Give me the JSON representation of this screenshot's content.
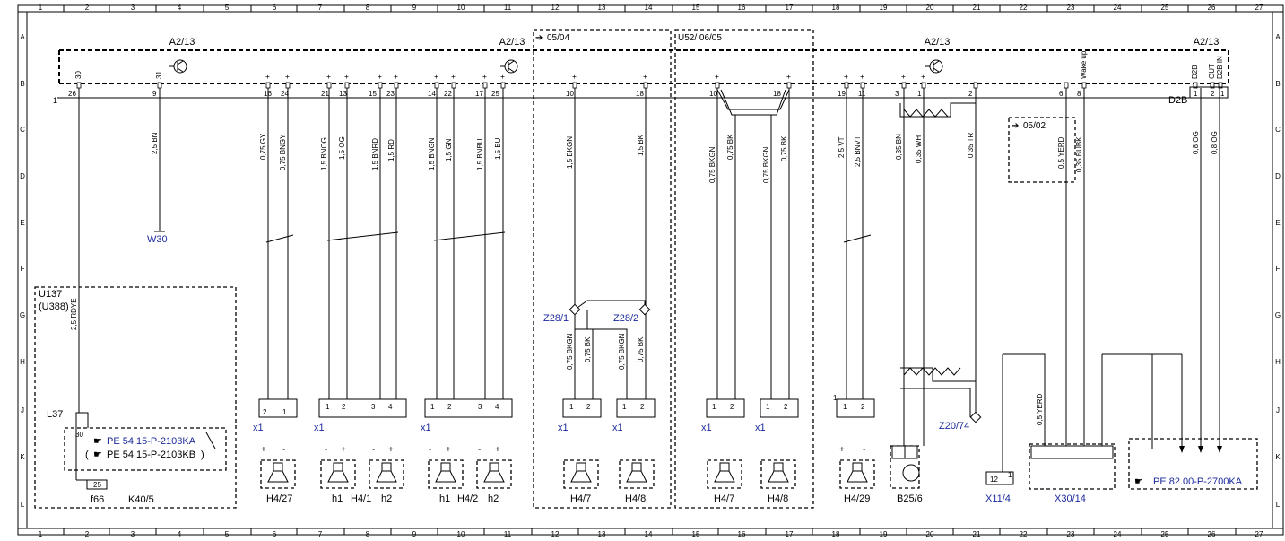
{
  "colors": {
    "wire": "#000000",
    "link_blue": "#1c2a9c",
    "background": "#ffffff"
  },
  "grid": {
    "columns": [
      "1",
      "2",
      "3",
      "4",
      "5",
      "6",
      "7",
      "8",
      "9",
      "10",
      "11",
      "12",
      "13",
      "14",
      "15",
      "16",
      "17",
      "18",
      "19",
      "20",
      "21",
      "22",
      "23",
      "24",
      "25",
      "26",
      "27"
    ],
    "rows": [
      "A",
      "B",
      "C",
      "D",
      "E",
      "F",
      "G",
      "H",
      "J",
      "K",
      "L"
    ]
  },
  "module_labels": [
    {
      "text": "A2/13"
    },
    {
      "text": "A2/13"
    },
    {
      "text": "A2/13"
    },
    {
      "text": "A2/13"
    }
  ],
  "region_labels": [
    {
      "text": "05/04"
    },
    {
      "text": "U52/ 06/05"
    },
    {
      "text": "05/02"
    }
  ],
  "pins_top": [
    "26",
    "9",
    "16",
    "24",
    "21",
    "13",
    "15",
    "23",
    "14",
    "22",
    "17",
    "25",
    "10",
    "18",
    "10",
    "18",
    "19",
    "11",
    "3",
    "1",
    "2",
    "6",
    "8",
    "1",
    "2",
    "1"
  ],
  "pin_signs": [
    "30",
    "31",
    "+",
    "+",
    "+",
    "+",
    "+",
    "+",
    "+",
    "+",
    "+",
    "+",
    "+",
    "+",
    "+",
    "+",
    "+",
    "+",
    "+",
    "+",
    "Wake up",
    "D2B",
    "OUT",
    "D2B IN"
  ],
  "wires": [
    "2,5 RDYE",
    "2,5 BN",
    "0,75 GY",
    "0,75 BNGY",
    "1,5 BNOG",
    "1,5 OG",
    "1,5 BNRD",
    "1,5 RD",
    "1,5 BNGN",
    "1,5 GN",
    "1,5 BNBU",
    "1,5 BU",
    "1,5 BKGN",
    "1,5 BK",
    "0,75 BKGN",
    "0,75 BK",
    "0,75 BKGN",
    "0,75 BK",
    "2,5 VT",
    "2,5 BNVT",
    "0,35 BN",
    "0,35 WH",
    "0,35 TR",
    "0,5 YERD",
    "0,35 BUBK",
    "0,8 OG",
    "0,8 OG",
    "0,75 BKGN",
    "0,75 BK",
    "0,75 BKGN",
    "0,75 BK",
    "0,5 YERD"
  ],
  "component_labels": [
    "W30",
    "U137",
    "(U388)",
    "L37",
    "K40/5",
    "f66",
    "D2B",
    "Z28/1",
    "Z28/2",
    "Z20/74",
    "X11/4",
    "X30/14",
    "B25/6",
    "H4/27",
    "H4/1",
    "H4/2",
    "H4/7",
    "H4/8",
    "H4/7",
    "H4/8",
    "H4/29",
    "h1",
    "h2",
    "h1",
    "h2"
  ],
  "connector_labels": [
    "x1",
    "x1",
    "x1",
    "x1",
    "x1",
    "x1",
    "x1"
  ],
  "connector_pins": [
    "2",
    "1",
    "1",
    "2",
    "3",
    "4",
    "1",
    "2",
    "3",
    "4",
    "1",
    "2",
    "1",
    "2",
    "1",
    "2",
    "1",
    "2",
    "1",
    "2",
    "2",
    "1",
    "10",
    "8",
    "2",
    "6",
    "12",
    "1",
    "1",
    "30",
    "25"
  ],
  "polarity": [
    "+",
    "-",
    "-",
    "+",
    "-",
    "+",
    "-",
    "+",
    "-",
    "+",
    "+",
    "-"
  ],
  "references": [
    {
      "text": "PE 54.15-P-2103KA"
    },
    {
      "text": "PE 54.15-P-2103KB"
    },
    {
      "text": "PE 82.00-P-2700KA"
    }
  ],
  "misc": {
    "ref_open": "(",
    "ref_close": ")",
    "row_one": "1",
    "pointer": "☛"
  }
}
